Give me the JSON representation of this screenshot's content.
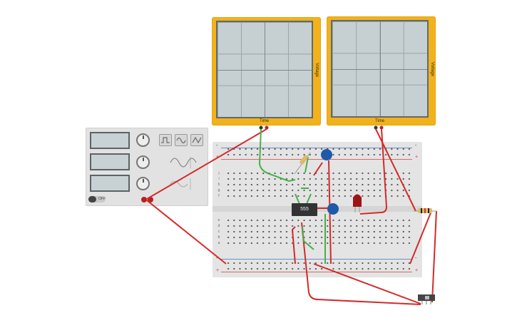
{
  "oscilloscopes": [
    {
      "x_label": "Time",
      "y_label": "Voltage"
    },
    {
      "x_label": "Time",
      "y_label": "Voltage"
    }
  ],
  "function_generator": {
    "waveforms": [
      "square-icon",
      "sine-icon",
      "triangle-icon"
    ],
    "power_label": "OFF",
    "colors": {
      "body": "#e2e2e2",
      "lcd": "#c8d2d5"
    }
  },
  "breadboard": {
    "rail_signs": [
      "-",
      "+"
    ],
    "row_letters_top": [
      "j",
      "i",
      "h",
      "g",
      "f"
    ],
    "row_letters_bottom": [
      "e",
      "d",
      "c",
      "b",
      "a"
    ]
  },
  "components": {
    "ic_label": "555",
    "colors": {
      "wire_red": "#d42a2a",
      "wire_green": "#46b04a",
      "capacitor": "#1f5aa8",
      "led": "#9c1515",
      "scope": "#f2b21c"
    }
  }
}
